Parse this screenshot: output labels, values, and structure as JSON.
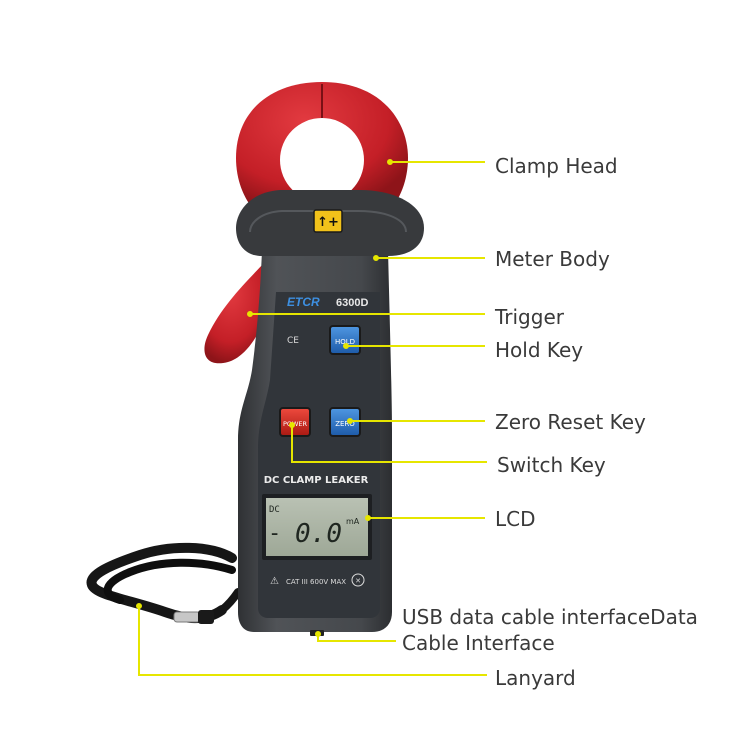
{
  "device": {
    "brand": "ETCR",
    "model": "6300D",
    "ce_mark": "CE",
    "top_badge": "↑+",
    "buttons": {
      "hold": "HOLD",
      "power": "POWER",
      "zero": "ZERO"
    },
    "panel_title": "DC CLAMP LEAKER",
    "lcd": {
      "mode": "DC",
      "sign": "-",
      "reading": "0.0",
      "unit": "mA"
    },
    "rating": "CAT III 600V MAX"
  },
  "labels": {
    "clamp_head": "Clamp Head",
    "meter_body": "Meter Body",
    "trigger": "Trigger",
    "hold_key": "Hold Key",
    "zero_reset_key": "Zero Reset Key",
    "switch_key": "Switch Key",
    "lcd": "LCD",
    "usb_interface": "USB data cable interfaceData",
    "cable_interface": "Cable Interface",
    "lanyard": "Lanyard"
  },
  "colors": {
    "clamp_red": "#c8202a",
    "body_dark": "#3f4144",
    "panel": "#2f3236",
    "lcd": "#aab3a4",
    "callout_line": "#e6e600",
    "hold_button": "#2f78c8",
    "power_button": "#d42a22"
  }
}
